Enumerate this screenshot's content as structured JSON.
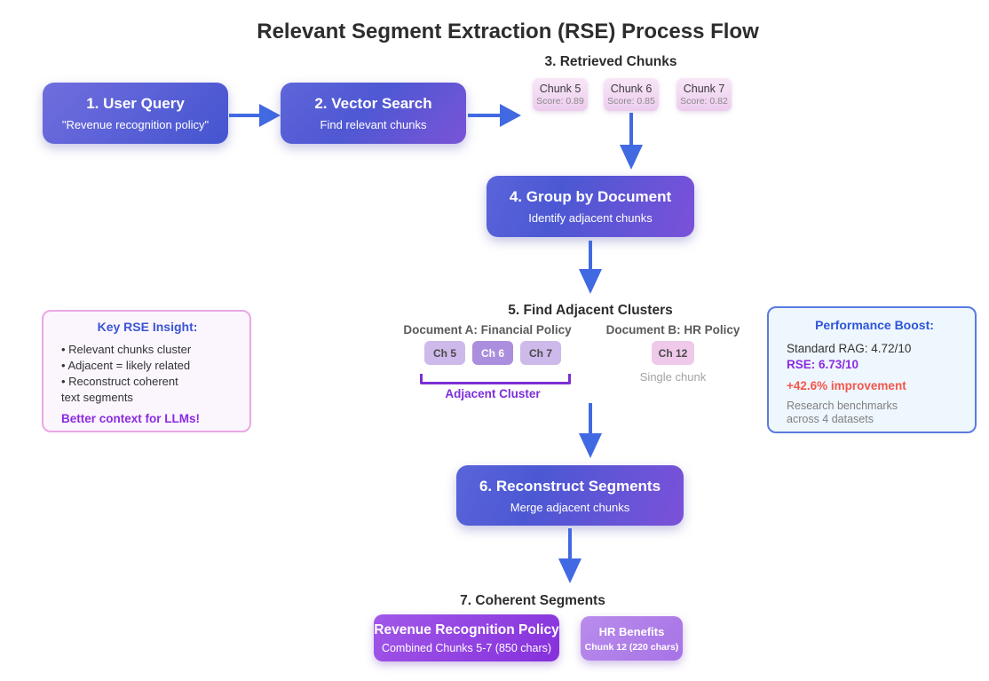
{
  "title": "Relevant Segment Extraction (RSE) Process Flow",
  "palette": {
    "arrow_blue": "#4169e1",
    "step_box_blue": "#4c58d3",
    "step_box_purple": "#7b51d9",
    "accent_purple": "#8a2be2",
    "cluster_purple": "#7c2fd8",
    "improvement_red": "#f4564a",
    "insight_border_pink": "#e9a8e4",
    "performance_border_blue": "#5b7ae0",
    "chunk_pink": "#edccef",
    "chip_lavender": "#cdb9ea",
    "chip_medium_purple": "#ab8ede"
  },
  "steps": {
    "step1": {
      "title": "1. User Query",
      "subtitle": "\"Revenue recognition policy\""
    },
    "step2": {
      "title": "2. Vector Search",
      "subtitle": "Find relevant chunks"
    },
    "step3": {
      "title": "3. Retrieved Chunks",
      "chunks": [
        {
          "name": "Chunk 5",
          "score": "Score: 0.89"
        },
        {
          "name": "Chunk 6",
          "score": "Score: 0.85"
        },
        {
          "name": "Chunk 7",
          "score": "Score: 0.82"
        }
      ]
    },
    "step4": {
      "title": "4. Group by Document",
      "subtitle": "Identify adjacent chunks"
    },
    "step5": {
      "title": "5. Find Adjacent Clusters",
      "doc_a": {
        "title": "Document A: Financial Policy",
        "chips": [
          "Ch 5",
          "Ch 6",
          "Ch 7"
        ],
        "cluster_label": "Adjacent Cluster"
      },
      "doc_b": {
        "title": "Document B: HR Policy",
        "chip": "Ch 12",
        "note": "Single chunk"
      }
    },
    "step6": {
      "title": "6. Reconstruct Segments",
      "subtitle": "Merge adjacent chunks"
    },
    "step7": {
      "title": "7. Coherent Segments",
      "segments": [
        {
          "title": "Revenue Recognition Policy",
          "subtitle": "Combined Chunks 5-7 (850 chars)"
        },
        {
          "title": "HR Benefits",
          "subtitle": "Chunk 12 (220 chars)"
        }
      ]
    }
  },
  "insight_box": {
    "title": "Key RSE Insight:",
    "bullets": [
      "• Relevant chunks cluster",
      "• Adjacent = likely related",
      "• Reconstruct coherent",
      "text segments"
    ],
    "highlight": "Better context for LLMs!"
  },
  "performance_box": {
    "title": "Performance Boost:",
    "standard_rag": "Standard RAG: 4.72/10",
    "rse": "RSE: 6.73/10",
    "improvement": "+42.6% improvement",
    "note_line1": "Research benchmarks",
    "note_line2": "across 4 datasets"
  }
}
